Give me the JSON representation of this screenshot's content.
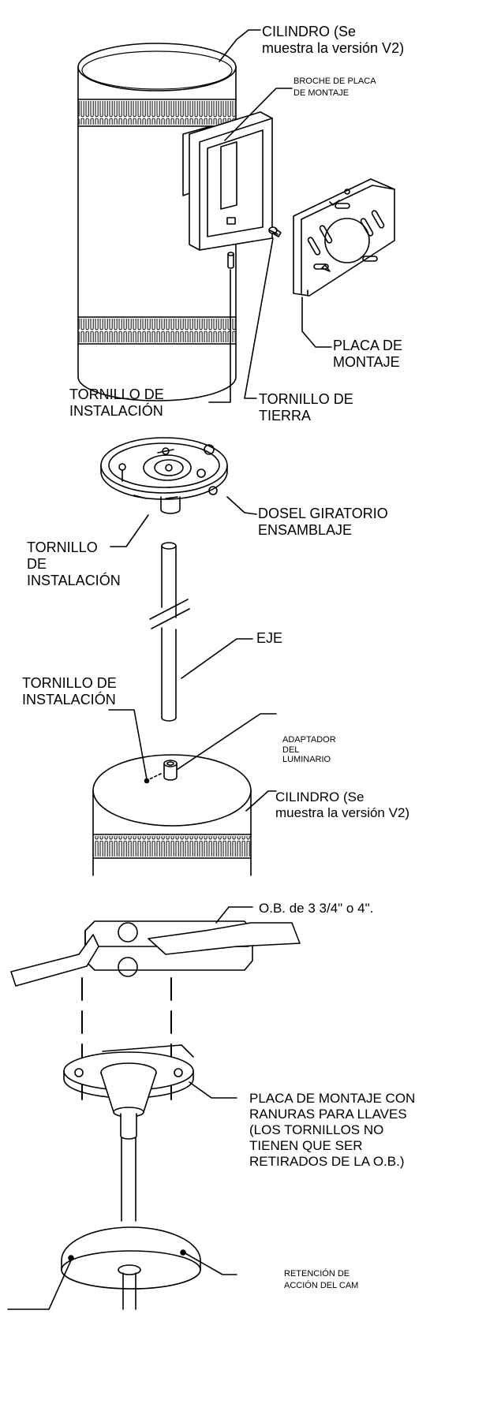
{
  "labels": {
    "cylinder_top": [
      "CILINDRO (Se",
      "muestra la versión V2)"
    ],
    "bracket": [
      "BROCHE DE PLACA",
      "DE MONTAJE"
    ],
    "mounting_plate": [
      "PLACA DE",
      "MONTAJE"
    ],
    "install_screw_1": [
      "TORNILLO DE",
      "INSTALACIÓN"
    ],
    "ground_screw": [
      "TORNILLO DE",
      "TIERRA"
    ],
    "canopy": [
      "DOSEL GIRATORIO",
      "ENSAMBLAJE"
    ],
    "install_screw_2": [
      "TORNILLO",
      "DE",
      "INSTALACIÓN"
    ],
    "shaft": [
      "EJE"
    ],
    "install_screw_3": [
      "TORNILLO DE",
      "INSTALACIÓN"
    ],
    "fixture_adapter": [
      "ADAPTADOR",
      "DEL",
      "LUMINARIO"
    ],
    "cylinder_bottom": [
      "CILINDRO (Se",
      "muestra la versión V2)"
    ],
    "outlet_box": [
      "O.B. de 3 3/4\" o 4\"."
    ],
    "keyhole_plate": [
      "PLACA DE MONTAJE CON",
      "RANURAS PARA LLAVES",
      "(LOS TORNILLOS NO",
      "TIENEN QUE SER",
      "RETIRADOS DE LA O.B.)"
    ],
    "cam_retention": [
      "RETENCIÓN DE",
      "ACCIÓN DEL CAM"
    ]
  }
}
